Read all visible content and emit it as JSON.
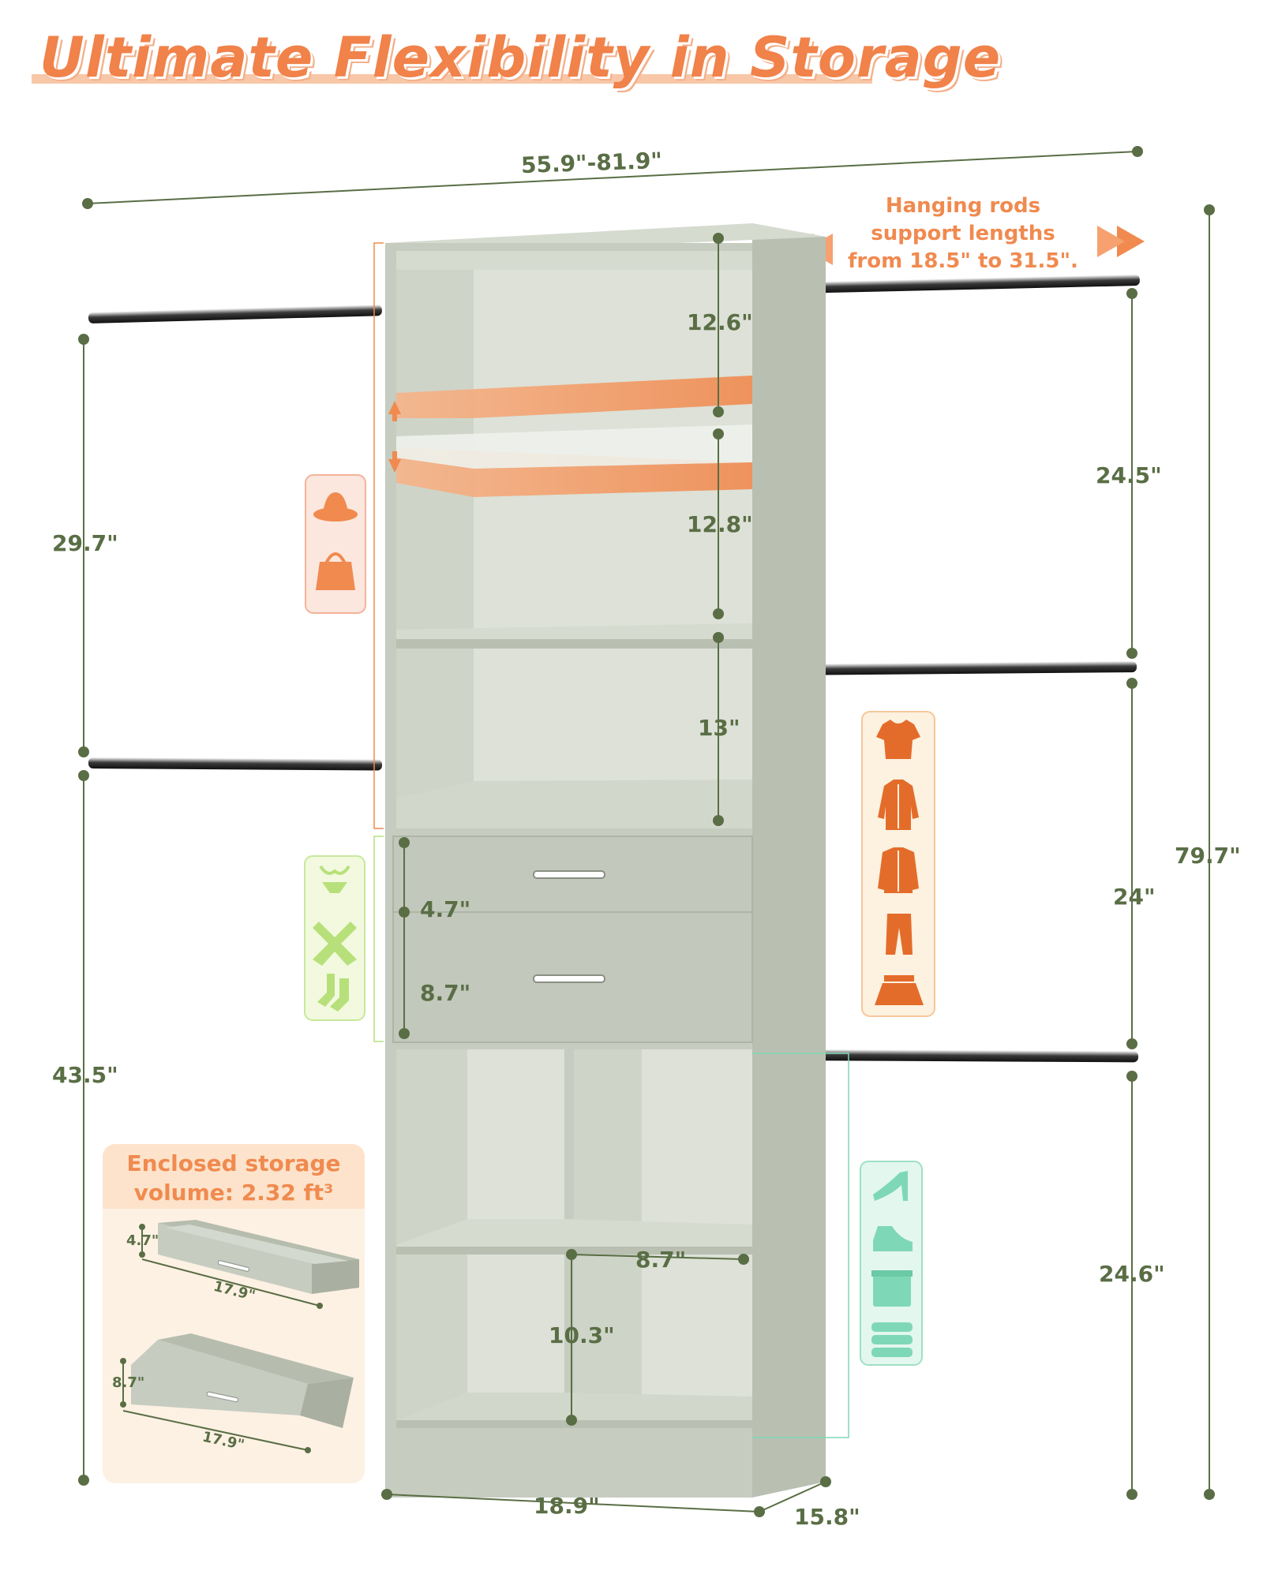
{
  "title": "Ultimate Flexibility in Storage",
  "dimensions": {
    "total_width": "55.9\"-81.9\"",
    "total_height": "79.7\"",
    "left_upper": "29.7\"",
    "left_lower": "43.5\"",
    "right_upper": "24.5\"",
    "right_middle": "24\"",
    "right_lower": "24.6\"",
    "shelf_top": "12.6\"",
    "shelf_second": "12.8\"",
    "shelf_third": "13\"",
    "drawer_top": "4.7\"",
    "drawer_bottom": "8.7\"",
    "cube_width": "8.7\"",
    "cube_height": "10.3\"",
    "base_width": "18.9\"",
    "base_depth": "15.8\""
  },
  "rod_note": {
    "line1": "Hanging rods",
    "line2": "support lengths",
    "line3": "from 18.5\" to 31.5\"."
  },
  "enclosed": {
    "line1": "Enclosed storage",
    "line2": "volume: 2.32 ft³",
    "drawer1_height": "4.7\"",
    "drawer1_width": "17.9\"",
    "drawer2_height": "8.7\"",
    "drawer2_width": "17.9\""
  },
  "icons": {
    "accessories": [
      "hat-icon",
      "handbag-icon"
    ],
    "clothing": [
      "tshirt-icon",
      "shirt-icon",
      "jacket-icon",
      "pants-icon",
      "skirt-icon"
    ],
    "underwear": [
      "bra-icon",
      "scarf-icon",
      "socks-icon"
    ],
    "footwear": [
      "high-heel-icon",
      "shoe-icon",
      "storage-box-icon",
      "folded-towels-icon"
    ]
  },
  "colors": {
    "accent_orange": "#f08a4f",
    "dimension_green": "#5a6e45",
    "cabinet_sage": "#c6ccc0",
    "panel_light": "#d4d9cf",
    "green_box": "#e9f5c9",
    "teal_box": "#d9f5ea"
  }
}
